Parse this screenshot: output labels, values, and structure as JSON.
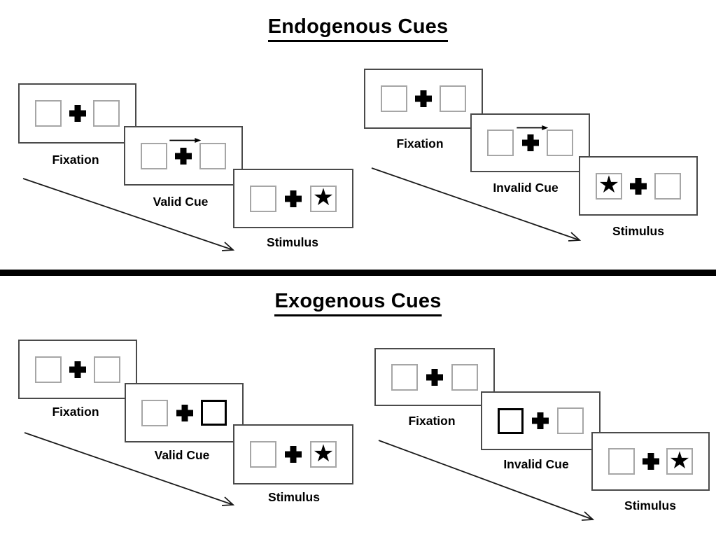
{
  "colors": {
    "background": "#ffffff",
    "card_border": "#4a4a4a",
    "box_border": "#a6a6a6",
    "bold_box_border": "#000000",
    "ink": "#000000"
  },
  "icons": {
    "star_glyph": "★",
    "cue_arrow": "right-arrow",
    "sequence_arrow": "diagonal-down-right-arrow",
    "fixation_cross": "plus"
  },
  "sections": [
    {
      "title": "Endogenous Cues",
      "panels": [
        {
          "trial": "valid",
          "cue_type": "central-arrow-right",
          "stimulus_star_box": "right",
          "labels": {
            "fixation": "Fixation",
            "cue": "Valid Cue",
            "stimulus": "Stimulus"
          }
        },
        {
          "trial": "invalid",
          "cue_type": "central-arrow-right",
          "stimulus_star_box": "left",
          "labels": {
            "fixation": "Fixation",
            "cue": "Invalid Cue",
            "stimulus": "Stimulus"
          }
        }
      ]
    },
    {
      "title": "Exogenous Cues",
      "panels": [
        {
          "trial": "valid",
          "cue_type": "peripheral-bold-box-right",
          "stimulus_star_box": "right",
          "labels": {
            "fixation": "Fixation",
            "cue": "Valid Cue",
            "stimulus": "Stimulus"
          }
        },
        {
          "trial": "invalid",
          "cue_type": "peripheral-bold-box-left",
          "stimulus_star_box": "right",
          "labels": {
            "fixation": "Fixation",
            "cue": "Invalid Cue",
            "stimulus": "Stimulus"
          }
        }
      ]
    }
  ]
}
